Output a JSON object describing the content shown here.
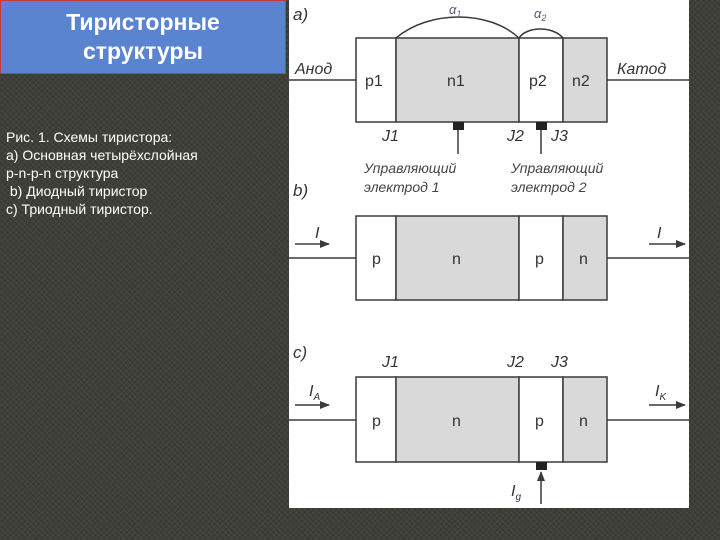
{
  "slide": {
    "title_line1": "Тиристорные",
    "title_line2": "структуры",
    "caption": [
      "Рис. 1. Схемы тиристора:",
      "а) Основная четырёхслойная",
      "p-n-p-n структура",
      " b) Диодный тиристор",
      "c) Триодный тиристор."
    ]
  },
  "diagram": {
    "a": {
      "label": "a)",
      "left_terminal": "Анод",
      "right_terminal": "Катод",
      "layers": [
        "p1",
        "n1",
        "p2",
        "n2"
      ],
      "junctions": [
        "J1",
        "J2",
        "J3"
      ],
      "alpha1": "α",
      "alpha1_sub": "1",
      "alpha2": "α",
      "alpha2_sub": "2",
      "gate1_line1": "Управляющий",
      "gate1_line2": "электрод 1",
      "gate2_line1": "Управляющий",
      "gate2_line2": "электрод 2"
    },
    "b": {
      "label": "b)",
      "layers": [
        "p",
        "n",
        "p",
        "n"
      ],
      "current_in": "I",
      "current_out": "I"
    },
    "c": {
      "label": "c)",
      "layers": [
        "p",
        "n",
        "p",
        "n"
      ],
      "junctions": [
        "J1",
        "J2",
        "J3"
      ],
      "current_in": "I",
      "current_in_sub": "A",
      "current_out": "I",
      "current_out_sub": "K",
      "gate_current": "I",
      "gate_current_sub": "g"
    },
    "colors": {
      "layer_fill": "#d9d9d9",
      "line": "#3a3a3a",
      "text": "#333333"
    }
  }
}
